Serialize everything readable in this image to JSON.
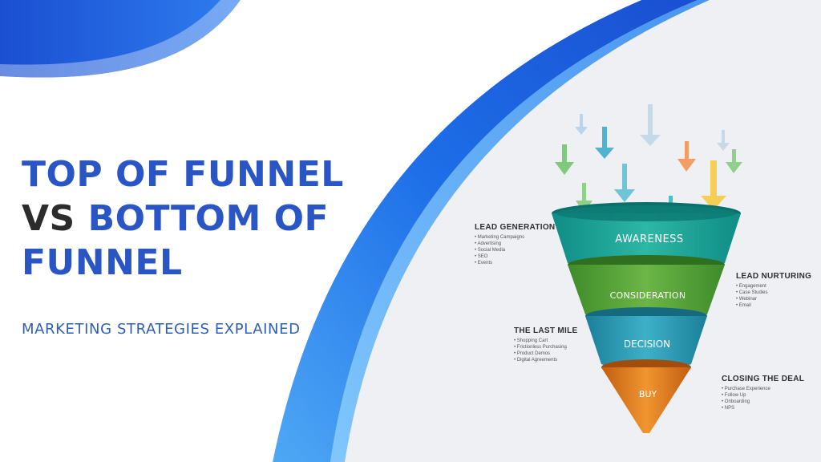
{
  "title": {
    "line1": "TOP OF FUNNEL",
    "line2_vs": "VS",
    "line2_rest": "BOTTOM OF",
    "line3": "FUNNEL"
  },
  "subtitle": "MARKETING STRATEGIES EXPLAINED",
  "funnel": {
    "stages": [
      {
        "label": "AWARENESS",
        "color": "#1fa89a"
      },
      {
        "label": "CONSIDERATION",
        "color": "#5aa63c"
      },
      {
        "label": "DECISION",
        "color": "#2a9fb8"
      },
      {
        "label": "BUY",
        "color": "#e07b22"
      }
    ]
  },
  "side_labels": {
    "lead_generation": {
      "heading": "LEAD GENERATION",
      "items": [
        "Marketing Campaigns",
        "Advertising",
        "Social Media",
        "SEO",
        "Events"
      ]
    },
    "lead_nurturing": {
      "heading": "LEAD NURTURING",
      "items": [
        "Engagement",
        "Case Studies",
        "Webinar",
        "Email"
      ]
    },
    "last_mile": {
      "heading": "THE LAST MILE",
      "items": [
        "Shopping Cart",
        "Frictionless Purchasing",
        "Product Demos",
        "Digital Agreements"
      ]
    },
    "closing_deal": {
      "heading": "CLOSING THE DEAL",
      "items": [
        "Purchase Experience",
        "Follow Up",
        "Onboarding",
        "NPS"
      ]
    }
  },
  "colors": {
    "brand_blue": "#2a55c4",
    "dark_text": "#2c2c2c",
    "sweep_blue": "#1d5fe0",
    "sweep_light": "#4fa8f5"
  },
  "arrows": [
    "arrow-icon-light-blue",
    "arrow-icon-teal",
    "arrow-icon-green",
    "arrow-icon-orange",
    "arrow-icon-yellow"
  ]
}
